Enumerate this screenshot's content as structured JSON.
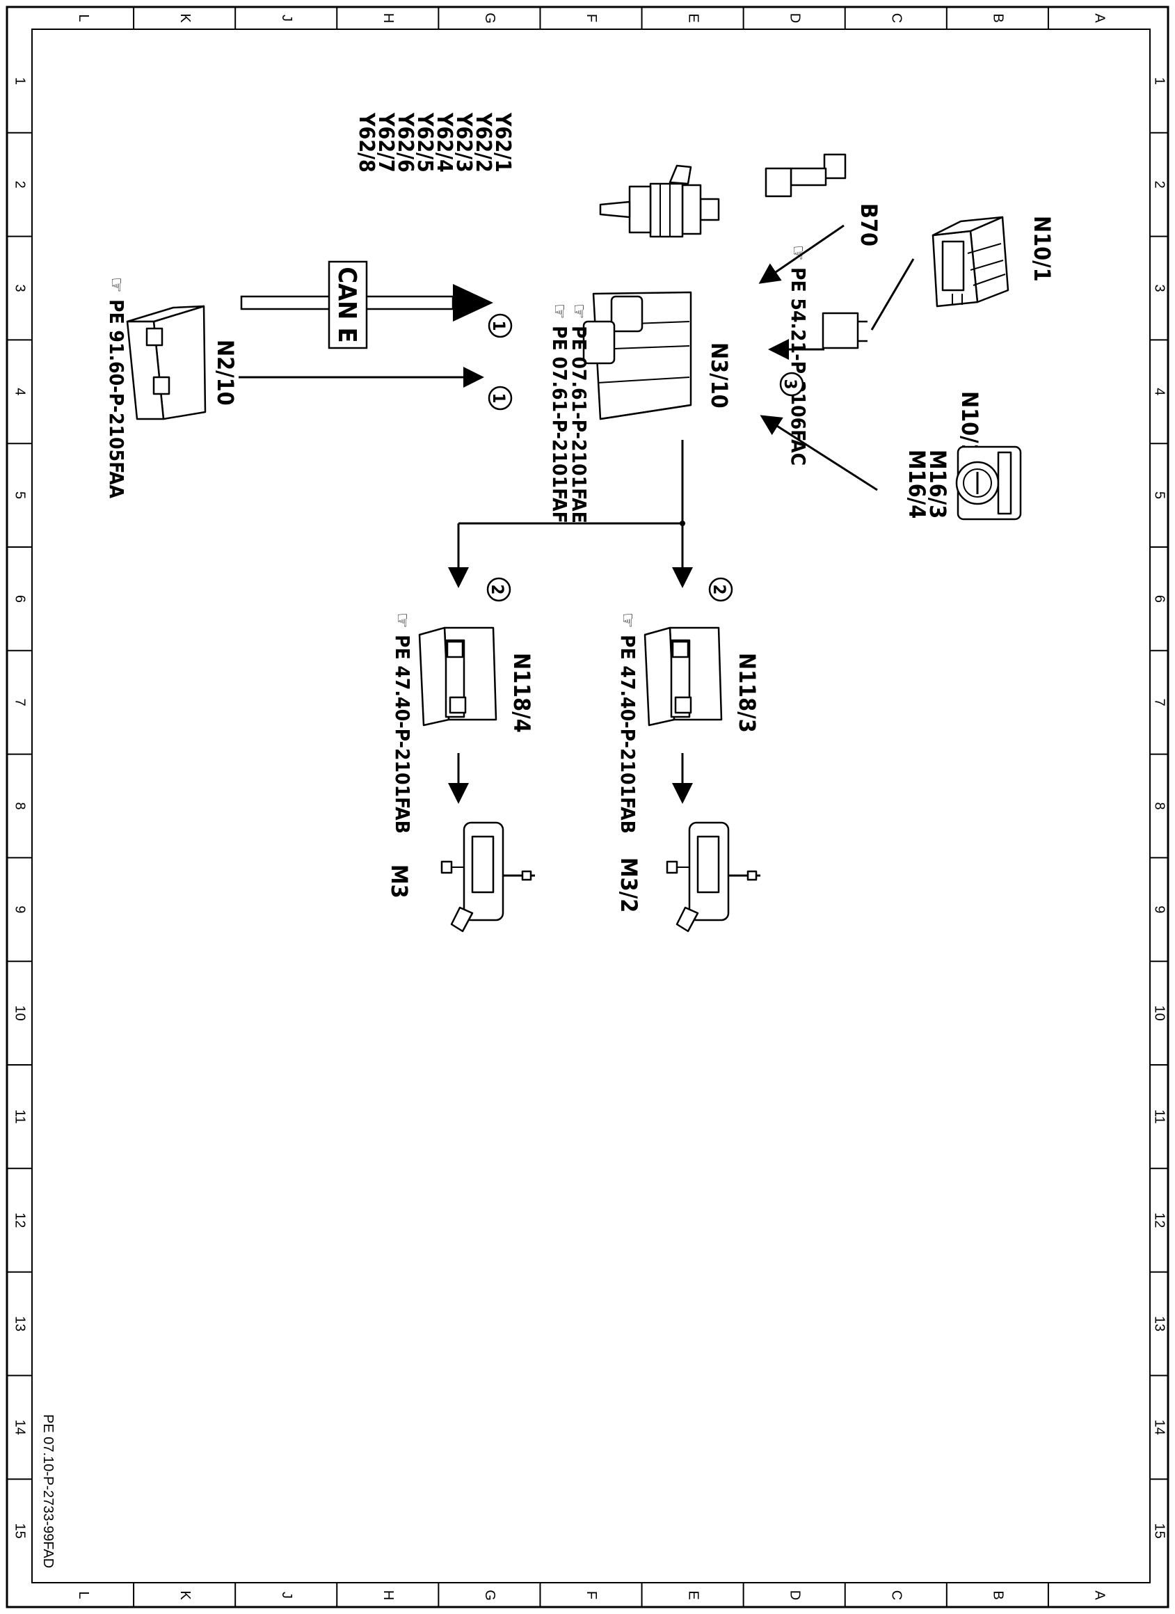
{
  "border": {
    "columns": [
      "L",
      "K",
      "J",
      "H",
      "G",
      "F",
      "E",
      "D",
      "C",
      "B",
      "A"
    ],
    "rows": [
      "1",
      "2",
      "3",
      "4",
      "5",
      "6",
      "7",
      "8",
      "9",
      "10",
      "11",
      "12",
      "13",
      "14",
      "15"
    ]
  },
  "footer": {
    "doc_id": "PE 07.10-P-2733-99FAD"
  },
  "components": {
    "injectors": {
      "labels": [
        "Y62/1",
        "Y62/2",
        "Y62/3",
        "Y62/4",
        "Y62/5",
        "Y62/6",
        "Y62/7",
        "Y62/8"
      ],
      "icon": "fuel-injector-icon"
    },
    "b70": {
      "label": "B70",
      "icon": "crankshaft-sensor-icon"
    },
    "n10_1": {
      "label": "N10/1",
      "icon": "sam-control-unit-icon"
    },
    "n10_1kn": {
      "label": "N10/1kN",
      "ref": "PE 54.21-P-2106FAC",
      "icon": "relay-icon"
    },
    "n3_10": {
      "label": "N3/10",
      "refs": [
        "PE 07.61-P-2101FAE",
        "PE 07.61-P-2101FAF"
      ],
      "icon": "engine-control-unit-icon"
    },
    "n2_10": {
      "label": "N2/10",
      "ref": "PE 91.60-P-2105FAA",
      "icon": "srs-control-unit-icon"
    },
    "m16": {
      "labels": [
        "M16/3",
        "M16/4"
      ],
      "icon": "throttle-actuator-icon"
    },
    "n118_3": {
      "label": "N118/3",
      "ref": "PE 47.40-P-2101FAB",
      "icon": "fuel-pump-control-unit-icon"
    },
    "n118_4": {
      "label": "N118/4",
      "ref": "PE 47.40-P-2101FAB",
      "icon": "fuel-pump-control-unit-icon"
    },
    "m3_2": {
      "label": "M3/2",
      "icon": "fuel-pump-icon"
    },
    "m3": {
      "label": "M3",
      "icon": "fuel-pump-icon"
    }
  },
  "signals": {
    "can_label": "CAN E",
    "markers": [
      "1",
      "1",
      "2",
      "2",
      "3"
    ]
  },
  "colors": {
    "line": "#000000",
    "background": "#ffffff"
  }
}
